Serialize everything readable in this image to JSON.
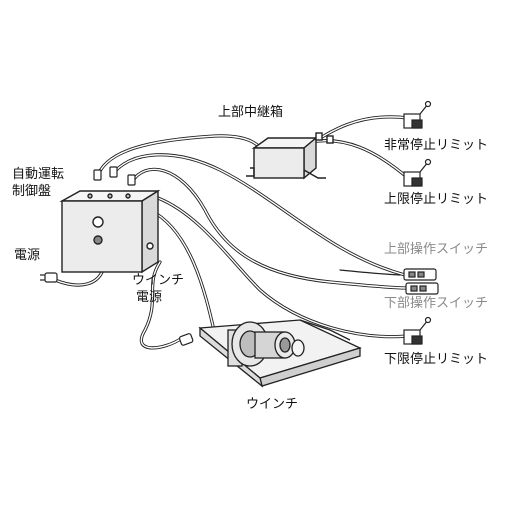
{
  "labels": {
    "junction_box": "上部中継箱",
    "control_panel_line1": "自動運転",
    "control_panel_line2": "制御盤",
    "power": "電源",
    "winch_power_line1": "ウインチ",
    "winch_power_line2": "電源",
    "winch": "ウインチ",
    "emergency_stop_limit": "非常停止リミット",
    "upper_limit_stop": "上限停止リミット",
    "upper_switch": "上部操作スイッチ",
    "lower_switch": "下部操作スイッチ",
    "lower_limit_stop": "下限停止リミット"
  },
  "colors": {
    "line": "#222222",
    "gray_text": "#8a8a8a",
    "dark_text": "#111111"
  }
}
